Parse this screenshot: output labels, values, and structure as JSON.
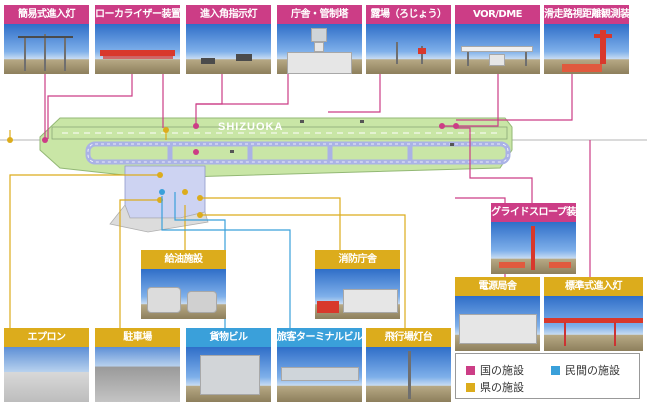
{
  "cards": {
    "simple_approach_light": "簡易式進入灯",
    "localizer": "ローカライザー装置",
    "papi": "進入角指示灯",
    "terminal_tower": "庁舎・管制塔",
    "weather_field": "露場（ろじょう）",
    "vor_dme": "VOR/DME",
    "rvr": "滑走路視距離観測装置",
    "glide_slope": "グライドスロープ装置",
    "fuel_facility": "給油施設",
    "fire_station": "消防庁舎",
    "power_station": "電源局舎",
    "standard_approach_light": "標準式進入灯",
    "apron": "エプロン",
    "parking": "駐車場",
    "cargo_building": "貨物ビル",
    "passenger_terminal": "旅客ターミナルビル",
    "beacon": "飛行場灯台"
  },
  "map": {
    "runway_name": "SHIZUOKA"
  },
  "legend": {
    "national": "国の施設",
    "private": "民間の施設",
    "prefectural": "県の施設"
  },
  "colors": {
    "national": "#cc3d86",
    "private": "#3aa0da",
    "prefectural": "#dcac1c",
    "airfield": "#c9e6a6",
    "pavement": "#cdd3f2"
  }
}
